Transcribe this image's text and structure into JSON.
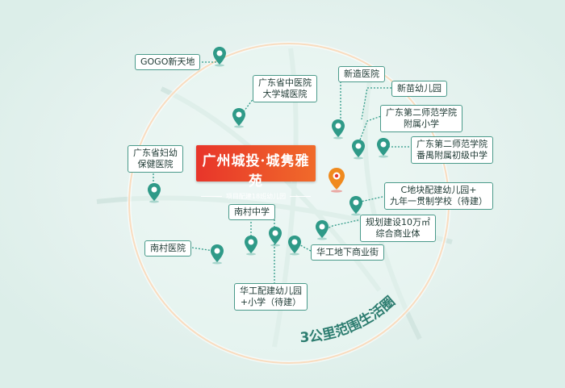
{
  "title": {
    "main": "广州城投·城隽雅苑",
    "sub": "项目配建18班幼儿园"
  },
  "circle_label": "3公里范围生活圈",
  "colors": {
    "ring": "#f0a860",
    "teal": "#2f9a88",
    "title_bg": "#e8352a",
    "project_pin": "#f08a1e",
    "ring_text": "#2d7d70"
  },
  "pois": [
    {
      "id": "gogo",
      "lines": [
        "GOGO新天地"
      ]
    },
    {
      "id": "tcm",
      "lines": [
        "广东省中医院",
        "大学城医院"
      ]
    },
    {
      "id": "xinzao-hospital",
      "lines": [
        "新造医院"
      ]
    },
    {
      "id": "xinmiao-kinder",
      "lines": [
        "新苗幼儿园"
      ]
    },
    {
      "id": "second-normal-primary",
      "lines": [
        "广东第二师范学院",
        "附属小学"
      ]
    },
    {
      "id": "second-normal-junior",
      "lines": [
        "广东第二师范学院",
        "番禺附属初级中学"
      ]
    },
    {
      "id": "maternal",
      "lines": [
        "广东省妇幼",
        "保健医院"
      ]
    },
    {
      "id": "c-plot-school",
      "lines": [
        "C地块配建幼儿园+",
        "九年一贯制学校（待建）"
      ]
    },
    {
      "id": "nancun-middle",
      "lines": [
        "南村中学"
      ]
    },
    {
      "id": "commercial",
      "lines": [
        "规划建设10万㎡",
        "综合商业体"
      ]
    },
    {
      "id": "nancun-hospital",
      "lines": [
        "南村医院"
      ]
    },
    {
      "id": "scut-underground",
      "lines": [
        "华工地下商业街"
      ]
    },
    {
      "id": "scut-kinder",
      "lines": [
        "华工配建幼儿园",
        "+小学（待建）"
      ]
    }
  ]
}
